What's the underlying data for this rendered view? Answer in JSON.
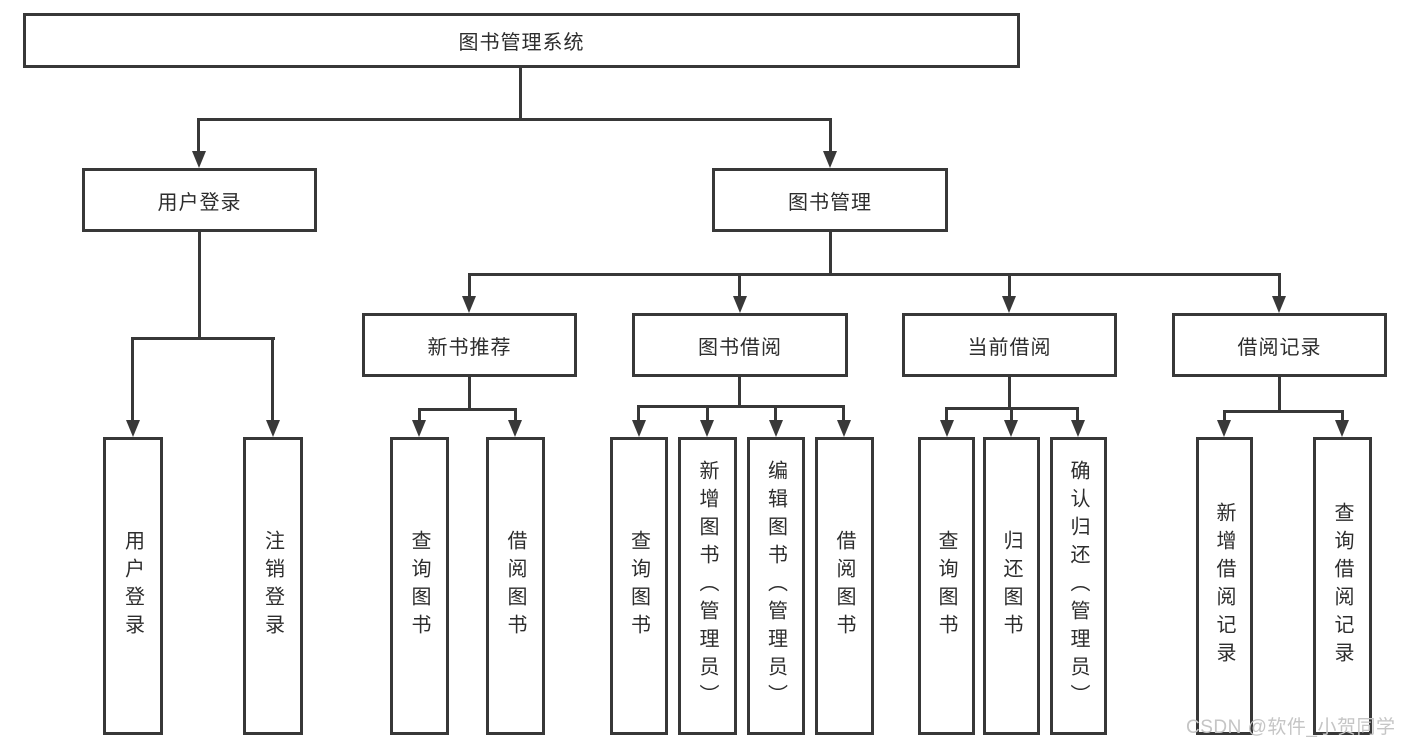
{
  "tree": {
    "root": "图书管理系统",
    "branches": [
      {
        "label": "用户登录",
        "children": [
          {
            "label": "用户登录"
          },
          {
            "label": "注销登录"
          }
        ]
      },
      {
        "label": "图书管理",
        "children": [
          {
            "label": "新书推荐",
            "children": [
              {
                "label": "查询图书"
              },
              {
                "label": "借阅图书"
              }
            ]
          },
          {
            "label": "图书借阅",
            "children": [
              {
                "label": "查询图书"
              },
              {
                "label": "新增图书（管理员）"
              },
              {
                "label": "编辑图书（管理员）"
              },
              {
                "label": "借阅图书"
              }
            ]
          },
          {
            "label": "当前借阅",
            "children": [
              {
                "label": "查询图书"
              },
              {
                "label": "归还图书"
              },
              {
                "label": "确认归还（管理员）"
              }
            ]
          },
          {
            "label": "借阅记录",
            "children": [
              {
                "label": "新增借阅记录"
              },
              {
                "label": "查询借阅记录"
              }
            ]
          }
        ]
      }
    ]
  },
  "watermark": {
    "text": "CSDN @软件_小贺同学"
  },
  "colors": {
    "line": "#383838",
    "text": "#2d2d2d",
    "background": "#ffffff",
    "watermark": "#c5c5c5"
  }
}
